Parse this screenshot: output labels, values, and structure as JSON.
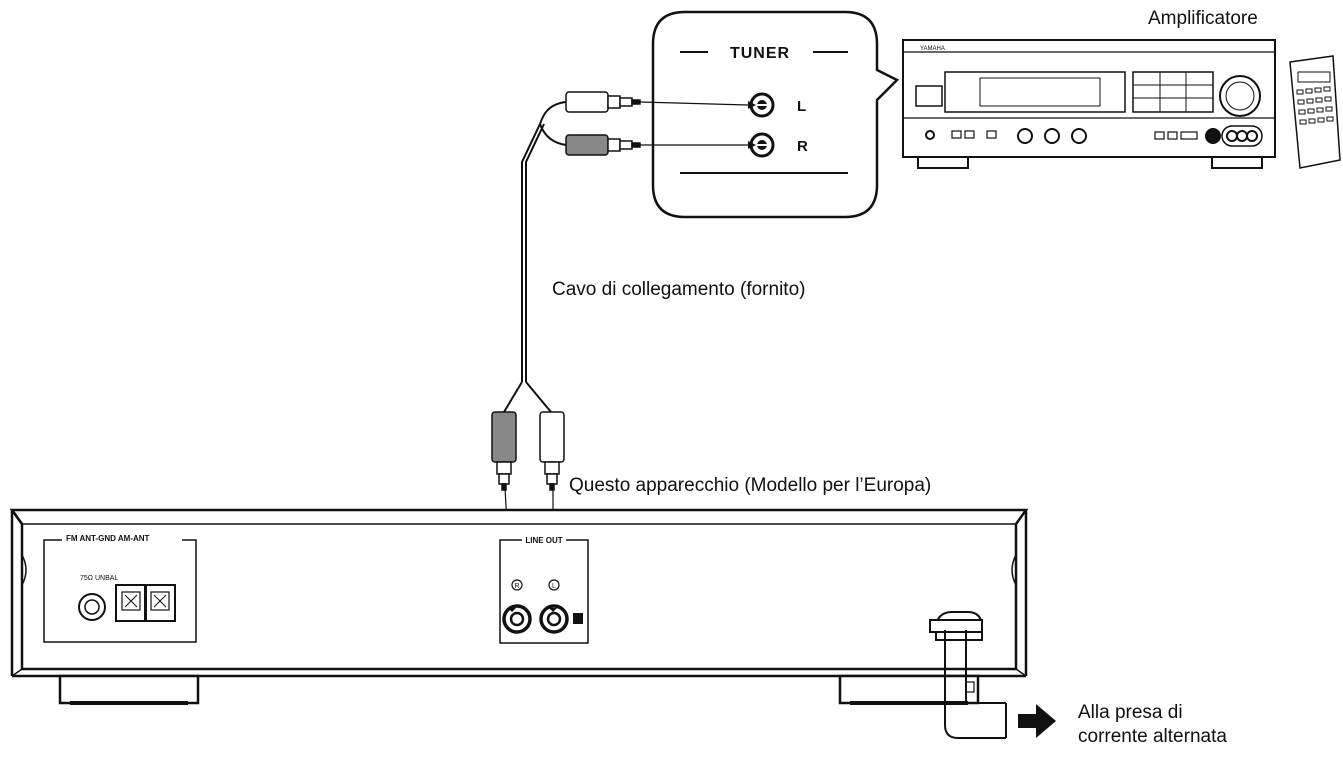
{
  "labels": {
    "amplifier": "Amplificatore",
    "cable": "Cavo di collegamento (fornito)",
    "unit": "Questo apparecchio (Modello per l’Europa)",
    "outlet_line1": "Alla presa di",
    "outlet_line2": "corrente alternata"
  },
  "callout": {
    "title": "TUNER",
    "jack_left": "L",
    "jack_right": "R"
  },
  "unit_panel": {
    "antenna_section": "FM ANT-GND AM-ANT",
    "antenna_sub": "75Ω UNBAL",
    "line_out": "LINE OUT",
    "jack_r": "R",
    "jack_l": "L"
  },
  "icons": [
    "rca-plug-icon",
    "rca-jack-icon",
    "arrow-right-icon",
    "remote-control-icon",
    "power-cord-icon"
  ]
}
